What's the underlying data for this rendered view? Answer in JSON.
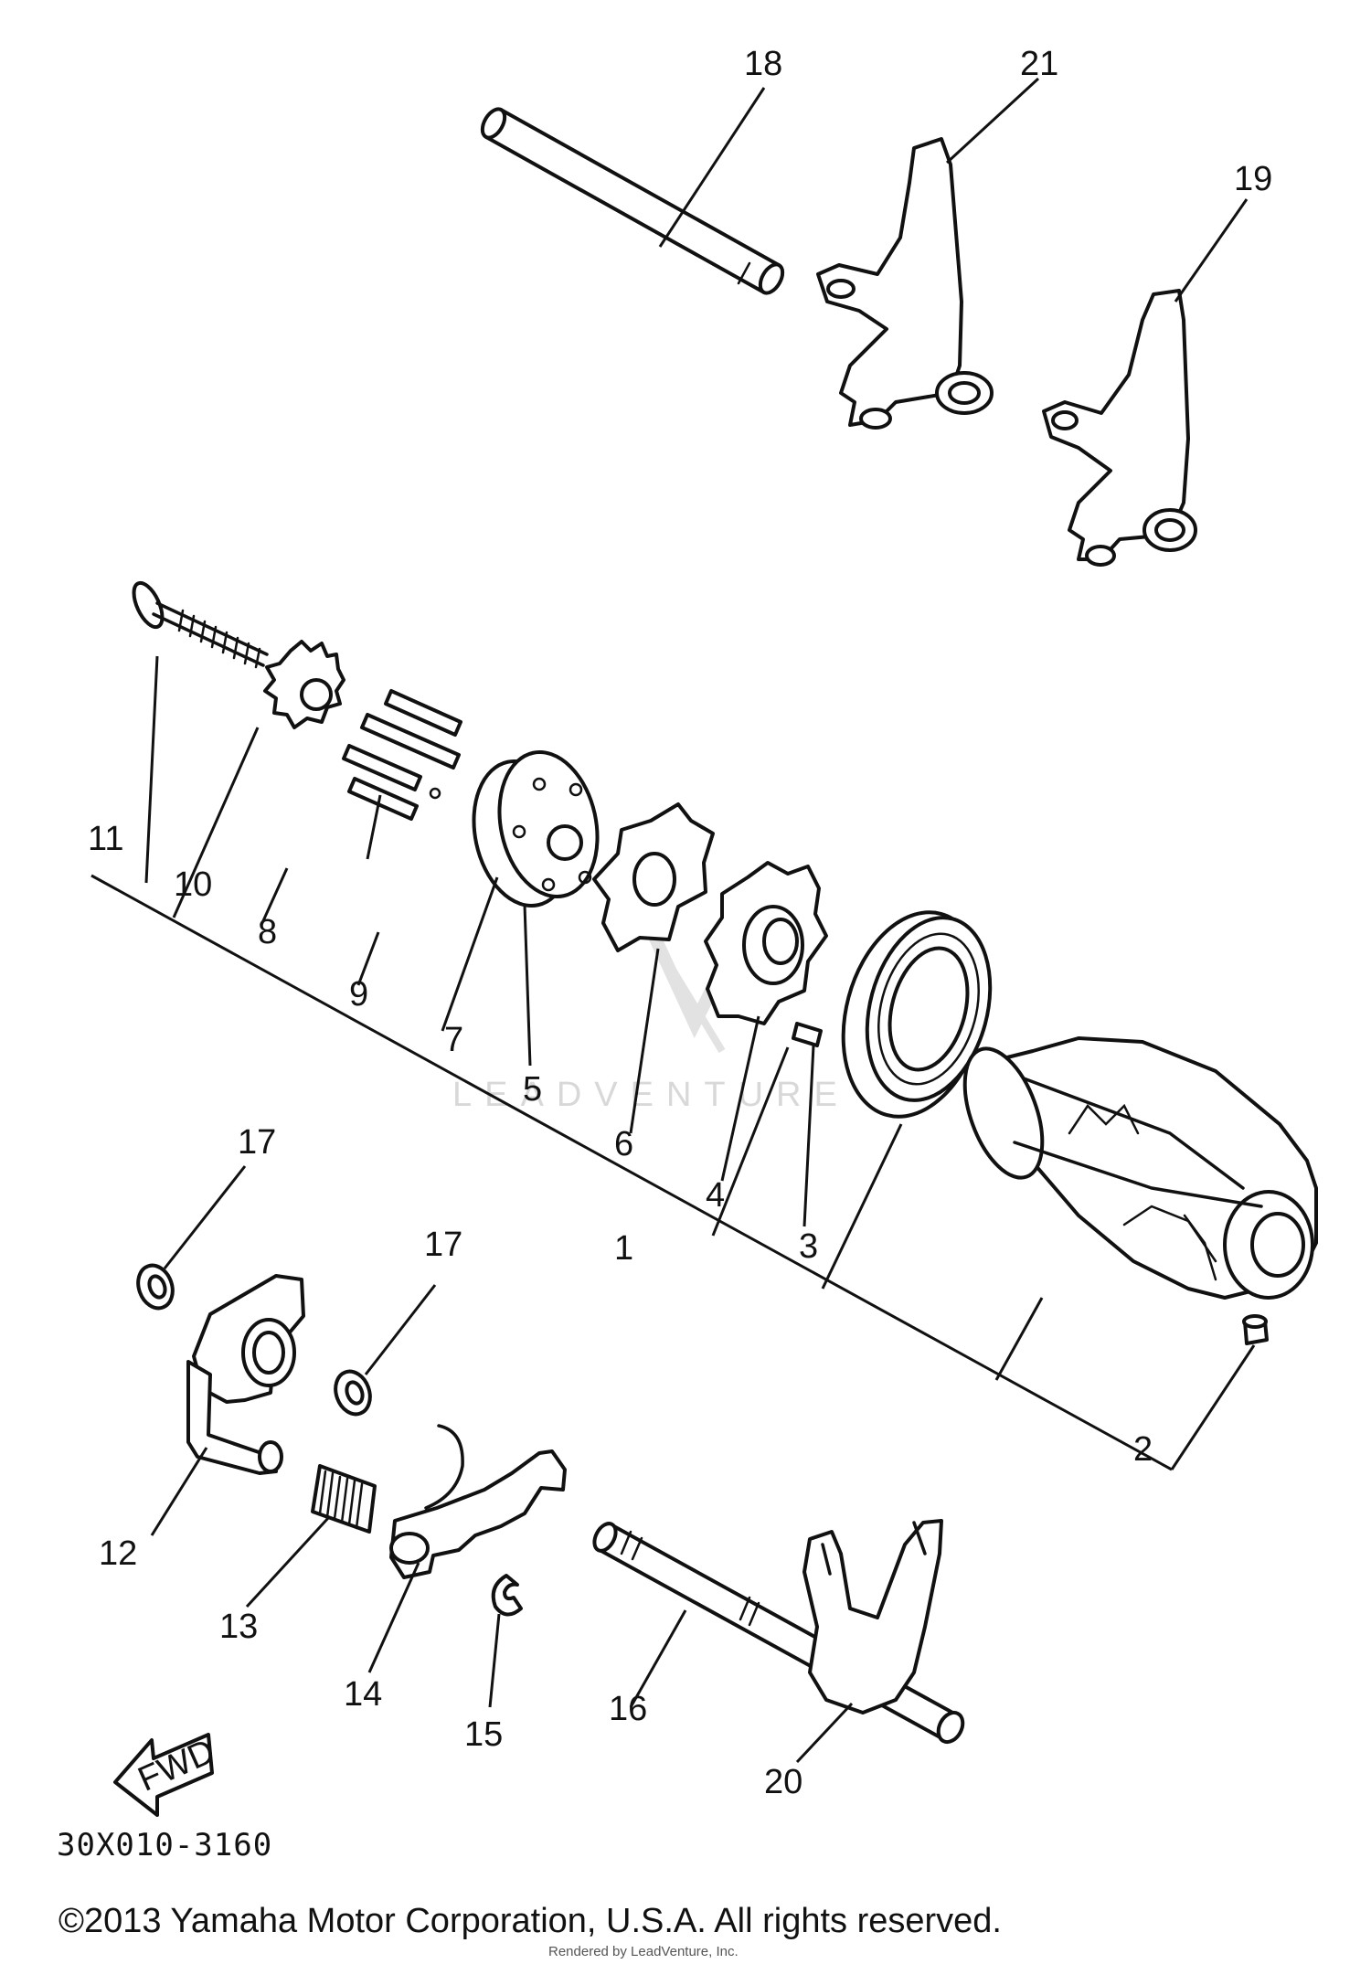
{
  "diagram_code": "30X010-3160",
  "copyright": "©2013 Yamaha Motor Corporation, U.S.A. All rights reserved.",
  "watermark": "LEADVENTURE",
  "rendered_by": "Rendered by LeadVenture, Inc.",
  "fwd_label": "FWD",
  "callouts": {
    "n1": "1",
    "n2": "2",
    "n3": "3",
    "n4": "4",
    "n5": "5",
    "n6": "6",
    "n7": "7",
    "n8": "8",
    "n9": "9",
    "n10": "10",
    "n11": "11",
    "n12": "12",
    "n13": "13",
    "n14": "14",
    "n15": "15",
    "n16": "16",
    "n17a": "17",
    "n17b": "17",
    "n18": "18",
    "n19": "19",
    "n20": "20",
    "n21": "21"
  }
}
